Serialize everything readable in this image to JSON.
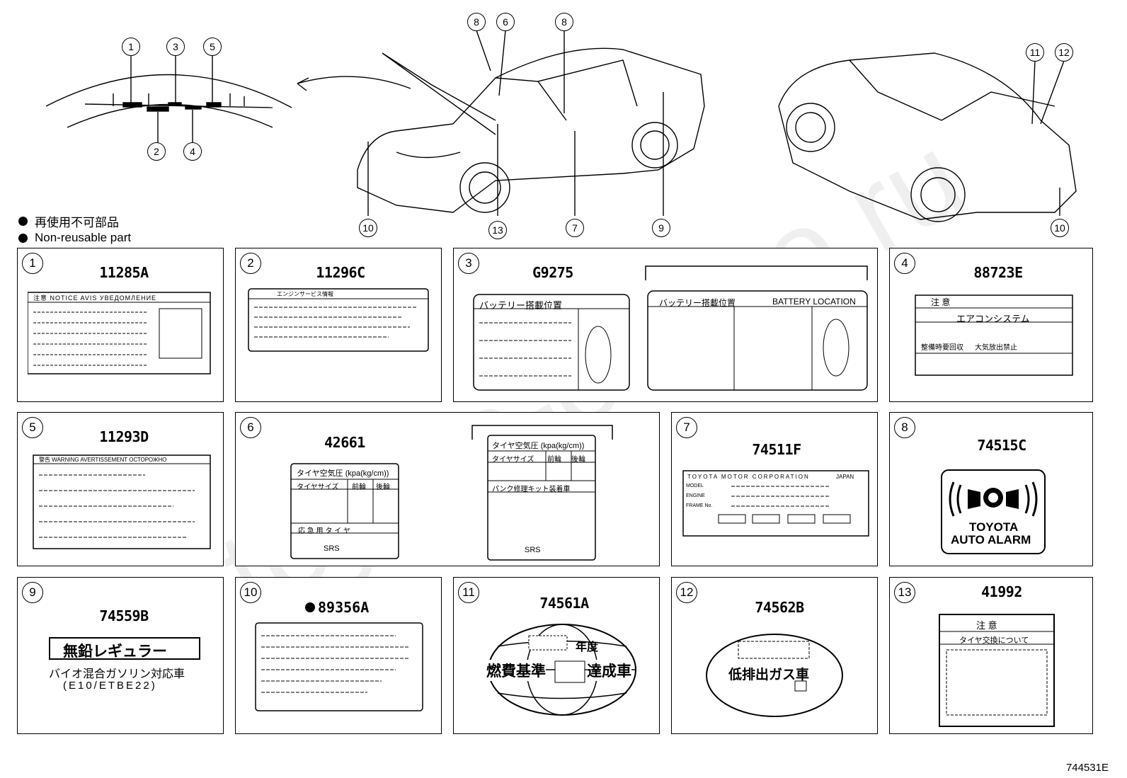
{
  "legend": {
    "jp": "再使用不可部品",
    "en": "Non-reusable part"
  },
  "top_callouts": [
    "1",
    "2",
    "3",
    "4",
    "5",
    "6",
    "7",
    "8",
    "8",
    "9",
    "10",
    "10",
    "11",
    "12",
    "13"
  ],
  "panels": [
    {
      "num": "1",
      "part": "11285A"
    },
    {
      "num": "2",
      "part": "11296C"
    },
    {
      "num": "3",
      "part": "G9275"
    },
    {
      "num": "4",
      "part": "88723E"
    },
    {
      "num": "5",
      "part": "11293D"
    },
    {
      "num": "6",
      "part": "42661"
    },
    {
      "num": "7",
      "part": "74511F"
    },
    {
      "num": "8",
      "part": "74515C"
    },
    {
      "num": "9",
      "part": "74559B"
    },
    {
      "num": "10",
      "part": "89356A"
    },
    {
      "num": "11",
      "part": "74561A"
    },
    {
      "num": "12",
      "part": "74562B"
    },
    {
      "num": "13",
      "part": "41992"
    }
  ],
  "labels": {
    "notice_header": "注意 NOTICE AVIS УВЕДОМЛЕНИЕ",
    "engine_service": "エンジンサービス情報",
    "battery_loc_jp": "バッテリー搭載位置",
    "battery_loc_en": "BATTERY LOCATION",
    "caution_jp": "注 意",
    "aircon": "エアコンシステム",
    "aircon_left": "整備時要回収",
    "aircon_right": "大気放出禁止",
    "warning_header": "警告 WARNING AVERTISSEMENT ОСТОРОЖНО",
    "tire_pressure": "タイヤ空気圧 (kpa(kg/cm))",
    "tire_size": "タイヤサイズ",
    "front": "前輪",
    "rear": "後輪",
    "spare": "応 急 用 タ イ ヤ",
    "repair_kit": "パンク修理キット装着車",
    "srs": "SRS",
    "toyota_corp": "TOYOTA MOTOR CORPORATION",
    "japan": "JAPAN",
    "model": "MODEL",
    "engine": "ENGINE",
    "frame": "FRAME No.",
    "alarm_line1": "TOYOTA",
    "alarm_line2": "AUTO ALARM",
    "unleaded": "無鉛レギュラー",
    "bio": "バイオ混合ガソリン対応車",
    "e10": "(E10/ETBE22)",
    "year": "年度",
    "fuel_std": "燃費基準",
    "achieved": "達成車",
    "low_emission": "低排出ガス車",
    "tire_change": "タイヤ交換について"
  },
  "diagram_code": "744531E"
}
